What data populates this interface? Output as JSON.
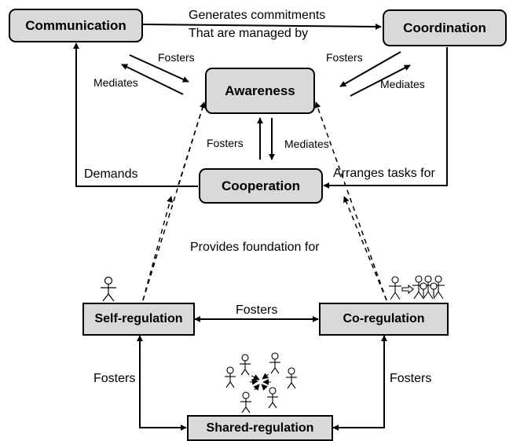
{
  "nodes": {
    "communication": "Communication",
    "coordination": "Coordination",
    "awareness": "Awareness",
    "cooperation": "Cooperation",
    "self_regulation": "Self-regulation",
    "co_regulation": "Co-regulation",
    "shared_regulation": "Shared-regulation"
  },
  "edge_labels": {
    "generates_line1": "Generates commitments",
    "generates_line2": "That are managed by",
    "comm_fosters": "Fosters",
    "comm_mediates": "Mediates",
    "coord_fosters": "Fosters",
    "coord_mediates": "Mediates",
    "coop_fosters": "Fosters",
    "coop_mediates": "Mediates",
    "demands": "Demands",
    "arranges": "Arranges tasks for",
    "provides": "Provides foundation for",
    "self_co_fosters": "Fosters",
    "self_shared_fosters": "Fosters",
    "co_shared_fosters": "Fosters"
  },
  "colors": {
    "node_fill": "#d9d9d9",
    "line": "#000000"
  }
}
